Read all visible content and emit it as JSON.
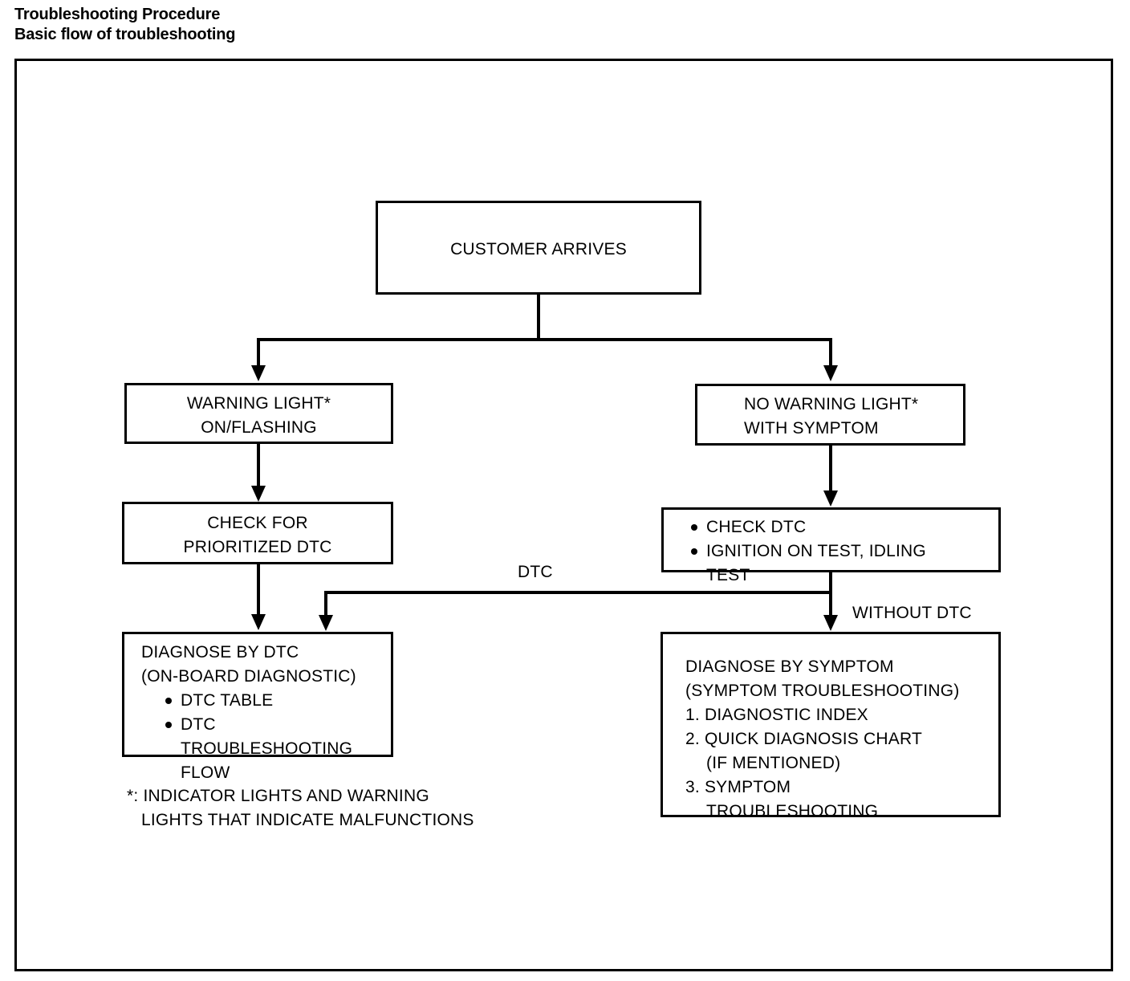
{
  "heading": {
    "line1": "Troubleshooting Procedure",
    "line2": "Basic flow of troubleshooting"
  },
  "chart_data": {
    "type": "diagram",
    "diagram_kind": "flowchart",
    "title": "Basic flow of troubleshooting",
    "nodes": [
      {
        "id": "customer_arrives",
        "label": "CUSTOMER ARRIVES"
      },
      {
        "id": "warning_light",
        "label": "WARNING LIGHT* ON/FLASHING"
      },
      {
        "id": "no_warning_light",
        "label": "NO WARNING LIGHT* WITH SYMPTOM"
      },
      {
        "id": "check_prioritized_dtc",
        "label": "CHECK FOR PRIORITIZED DTC"
      },
      {
        "id": "check_dtc_tests",
        "label": "CHECK DTC / IGNITION ON TEST, IDLING TEST"
      },
      {
        "id": "diagnose_by_dtc",
        "label": "DIAGNOSE BY DTC (ON-BOARD DIAGNOSTIC)"
      },
      {
        "id": "diagnose_by_symptom",
        "label": "DIAGNOSE BY SYMPTOM (SYMPTOM TROUBLESHOOTING)"
      }
    ],
    "edges": [
      {
        "from": "customer_arrives",
        "to": "warning_light",
        "label": ""
      },
      {
        "from": "customer_arrives",
        "to": "no_warning_light",
        "label": ""
      },
      {
        "from": "warning_light",
        "to": "check_prioritized_dtc",
        "label": ""
      },
      {
        "from": "no_warning_light",
        "to": "check_dtc_tests",
        "label": ""
      },
      {
        "from": "check_prioritized_dtc",
        "to": "diagnose_by_dtc",
        "label": ""
      },
      {
        "from": "check_dtc_tests",
        "to": "diagnose_by_dtc",
        "label": "DTC"
      },
      {
        "from": "check_dtc_tests",
        "to": "diagnose_by_symptom",
        "label": "WITHOUT DTC"
      }
    ]
  },
  "nodes": {
    "customer_arrives": {
      "lines": [
        "CUSTOMER ARRIVES"
      ]
    },
    "warning_light": {
      "lines": [
        "WARNING LIGHT*",
        "ON/FLASHING"
      ]
    },
    "no_warning_light": {
      "lines": [
        "NO WARNING LIGHT*",
        "WITH SYMPTOM"
      ]
    },
    "check_prioritized_dtc": {
      "lines": [
        "CHECK FOR",
        "PRIORITIZED DTC"
      ]
    },
    "check_dtc_tests": {
      "bullets": [
        {
          "text": "CHECK DTC"
        },
        {
          "text": "IGNITION ON TEST, IDLING"
        }
      ],
      "continuation": "TEST"
    },
    "diagnose_by_dtc": {
      "heading1": "DIAGNOSE BY DTC",
      "heading2": "(ON-BOARD DIAGNOSTIC)",
      "bullets": [
        {
          "text": "DTC TABLE"
        },
        {
          "text": "DTC"
        }
      ],
      "continuation1": "TROUBLESHOOTING",
      "continuation2": "FLOW"
    },
    "diagnose_by_symptom": {
      "heading1": "DIAGNOSE BY SYMPTOM",
      "heading2": "(SYMPTOM TROUBLESHOOTING)",
      "items": [
        {
          "num": "1.",
          "text": "DIAGNOSTIC INDEX"
        },
        {
          "num": "2.",
          "text": "QUICK DIAGNOSIS CHART"
        },
        {
          "num": "",
          "text": "(IF MENTIONED)"
        },
        {
          "num": "3.",
          "text": "SYMPTOM"
        },
        {
          "num": "",
          "text": "TROUBLESHOOTING"
        }
      ]
    }
  },
  "edge_labels": {
    "dtc": "DTC",
    "without_dtc": "WITHOUT DTC"
  },
  "footnote": {
    "line1": "*: INDICATOR LIGHTS AND WARNING",
    "line2": "LIGHTS THAT INDICATE MALFUNCTIONS"
  },
  "colors": {
    "ink": "#000000",
    "paper": "#ffffff"
  }
}
